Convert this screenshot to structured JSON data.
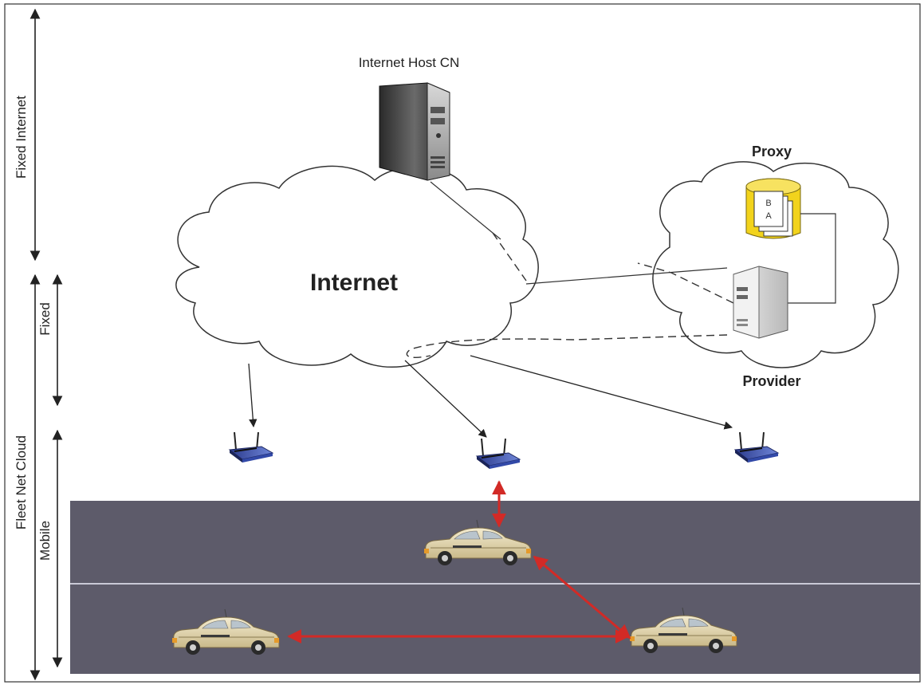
{
  "labels": {
    "fixed_internet": "Fixed Internet",
    "fleet_net_cloud": "Fleet Net Cloud",
    "fixed": "Fixed",
    "mobile": "Mobile",
    "internet_host": "Internet Host CN",
    "internet": "Internet",
    "proxy": "Proxy",
    "provider": "Provider",
    "proxy_doc_b": "B",
    "proxy_doc_a": "A"
  },
  "colors": {
    "road": "#5d5b6a",
    "link_arrow": "#d22a26",
    "proxy_db": "#f2d31c",
    "car_body": "#e8dcb4"
  },
  "icons": {
    "server": "server-icon",
    "router": "wireless-router-icon",
    "car": "car-icon",
    "database": "database-icon"
  }
}
